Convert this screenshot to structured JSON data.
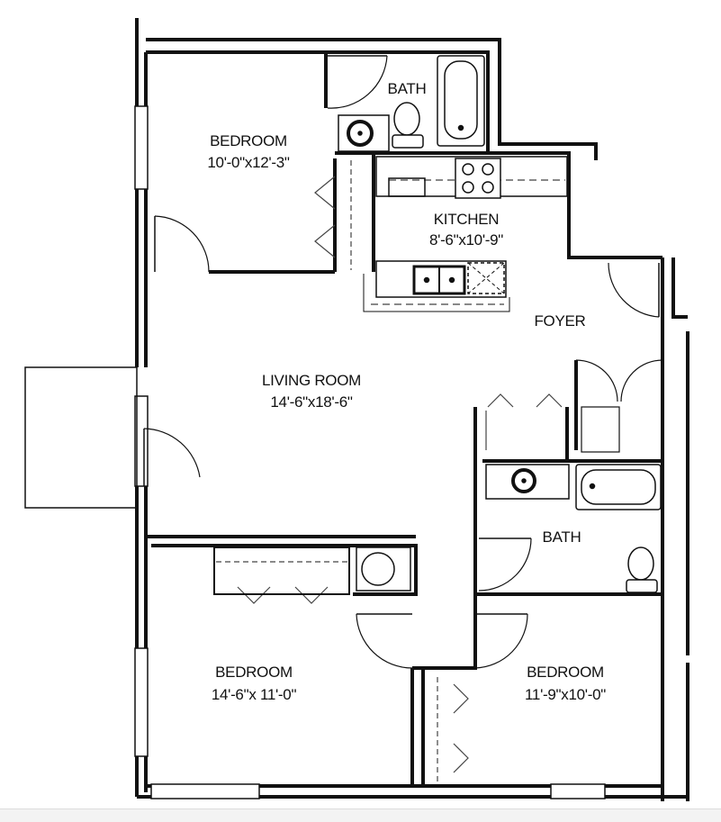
{
  "rooms": {
    "bedroom_top": {
      "name": "BEDROOM",
      "size": "10'-0\"x12'-3\""
    },
    "bath_top": {
      "name": "BATH"
    },
    "kitchen": {
      "name": "KITCHEN",
      "size": "8'-6\"x10'-9\""
    },
    "foyer": {
      "name": "FOYER"
    },
    "living_room": {
      "name": "LIVING ROOM",
      "size": "14'-6\"x18'-6\""
    },
    "bath_right": {
      "name": "BATH"
    },
    "bedroom_bottom_left": {
      "name": "BEDROOM",
      "size": "14'-6\"x 11'-0\""
    },
    "bedroom_bottom_right": {
      "name": "BEDROOM",
      "size": "11'-9\"x10'-0\""
    }
  },
  "colors": {
    "wall": "#111111",
    "fixture": "#333333",
    "dash": "#444444",
    "background": "#ffffff"
  }
}
